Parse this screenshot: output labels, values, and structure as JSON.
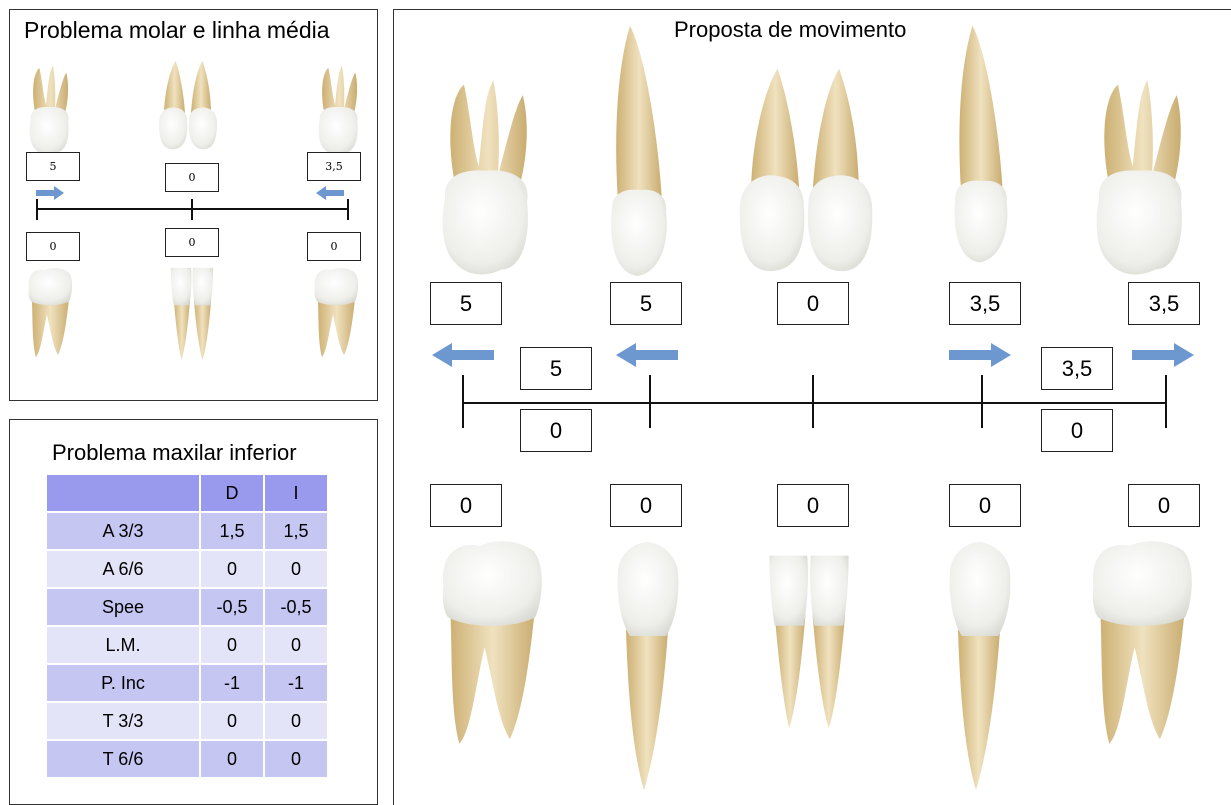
{
  "panel_left_top": {
    "title": "Problema molar e linha média",
    "upper_values": [
      "5",
      "0",
      "3,5"
    ],
    "lower_values": [
      "0",
      "0",
      "0"
    ],
    "arrows": [
      "right",
      "left"
    ]
  },
  "panel_left_bottom": {
    "title": "Problema maxilar inferior",
    "table": {
      "headers": [
        "",
        "D",
        "I"
      ],
      "rows": [
        [
          "A 3/3",
          "1,5",
          "1,5"
        ],
        [
          "A 6/6",
          "0",
          "0"
        ],
        [
          "Spee",
          "-0,5",
          "-0,5"
        ],
        [
          "L.M.",
          "0",
          "0"
        ],
        [
          "P. Inc",
          "-1",
          "-1"
        ],
        [
          "T 3/3",
          "0",
          "0"
        ],
        [
          "T 6/6",
          "0",
          "0"
        ]
      ]
    }
  },
  "panel_right": {
    "title": "Proposta de movimento",
    "upper_values": [
      "5",
      "5",
      "0",
      "3,5",
      "3,5"
    ],
    "mid_upper_values": [
      "5",
      "3,5"
    ],
    "mid_lower_values": [
      "0",
      "0"
    ],
    "lower_values": [
      "0",
      "0",
      "0",
      "0",
      "0"
    ],
    "arrows": [
      "left",
      "left",
      "right",
      "right"
    ]
  },
  "colors": {
    "arrow": "#6d97cf",
    "table_header": "#9999ee",
    "table_row_dark": "#c6c6f2",
    "table_row_light": "#e4e4f8",
    "root": "#e6cf9a",
    "crown": "#f3f3ee"
  }
}
